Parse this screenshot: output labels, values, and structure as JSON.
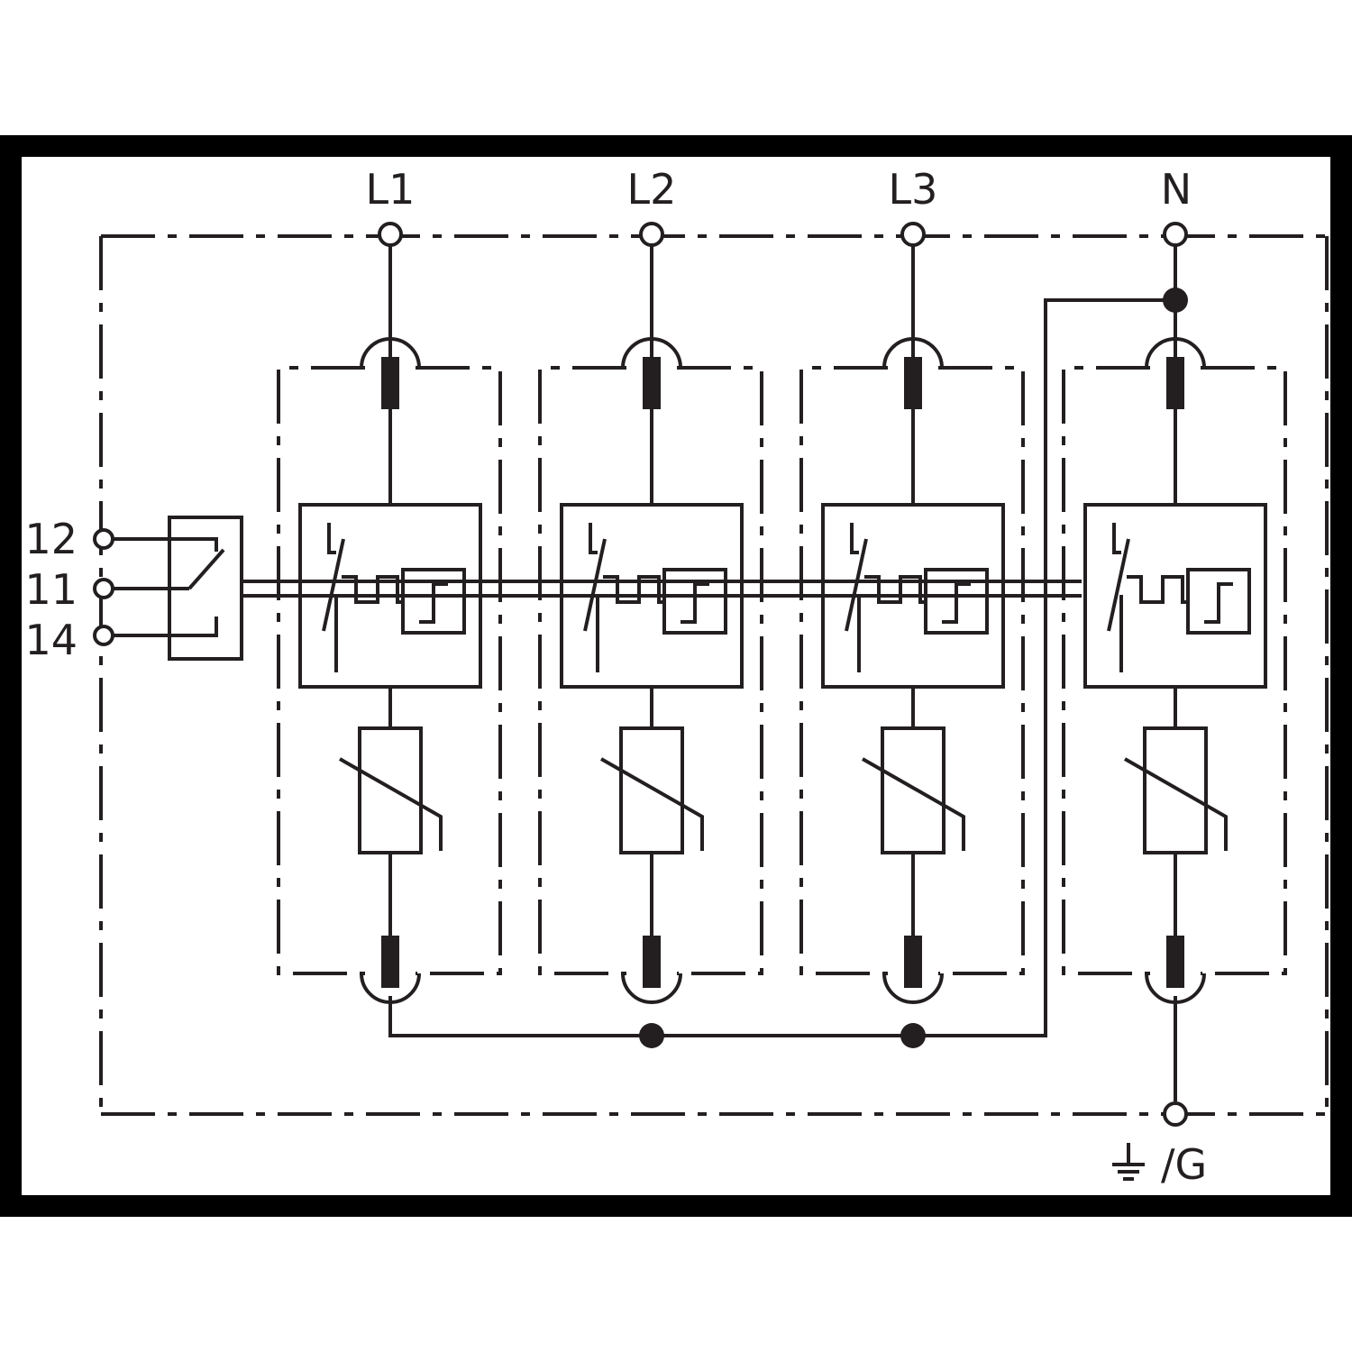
{
  "diagram": {
    "colors": {
      "ink": "#231f20",
      "frame": "#000000",
      "background": "#ffffff"
    },
    "phase_labels": [
      "L1",
      "L2",
      "L3",
      "N"
    ],
    "contact_labels": [
      "12",
      "11",
      "14"
    ],
    "ground_label": "/G",
    "icons": {
      "ground": "ground-icon",
      "varistor": "varistor-icon",
      "thermal_disconnector": "thermal-disconnector-icon",
      "fuse": "fuse-icon",
      "remote_contact": "changeover-contact-icon"
    }
  }
}
